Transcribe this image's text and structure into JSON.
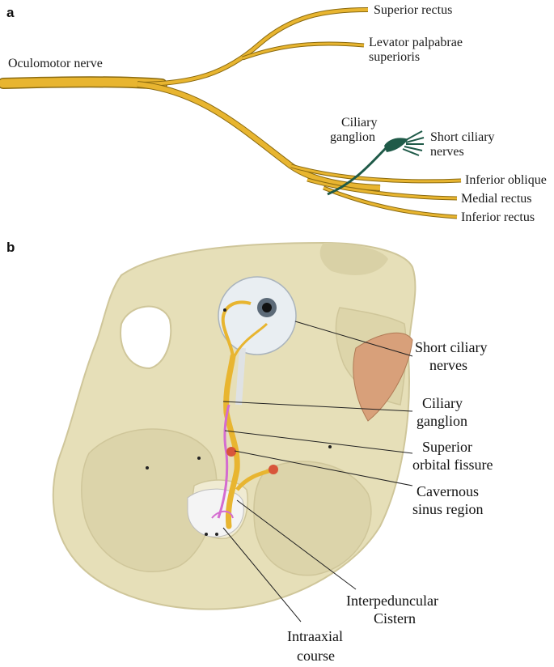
{
  "panels": {
    "a": {
      "letter": "a",
      "labels": {
        "oculomotor_nerve": "Oculomotor nerve",
        "superior_rectus": "Superior rectus",
        "levator_line1": "Levator palpabrae",
        "levator_line2": "superioris",
        "ciliary_ganglion_line1": "Ciliary",
        "ciliary_ganglion_line2": "ganglion",
        "short_ciliary_line1": "Short ciliary",
        "short_ciliary_line2": "nerves",
        "inferior_oblique": "Inferior oblique",
        "medial_rectus": "Medial rectus",
        "inferior_rectus": "Inferior rectus"
      }
    },
    "b": {
      "letter": "b",
      "labels": {
        "short_ciliary_line1": "Short ciliary",
        "short_ciliary_line2": "nerves",
        "ciliary_ganglion_line1": "Ciliary",
        "ciliary_ganglion_line2": "ganglion",
        "superior_orbital_line1": "Superior",
        "superior_orbital_line2": "orbital fissure",
        "cavernous_line1": "Cavernous",
        "cavernous_line2": "sinus region",
        "interpeduncular_line1": "Interpeduncular",
        "interpeduncular_line2": "Cistern",
        "intraaxial_line1": "Intraaxial",
        "intraaxial_line2": "course"
      }
    }
  },
  "colors": {
    "nerve_yellow": "#e8b530",
    "nerve_outline": "#8a6a10",
    "ganglion_green": "#1f5a48",
    "bone": "#e6dfb8",
    "bone_shadow": "#cfc69a",
    "pink": "#d46cd0",
    "red": "#d8553a",
    "eye": "#e9eef2"
  }
}
